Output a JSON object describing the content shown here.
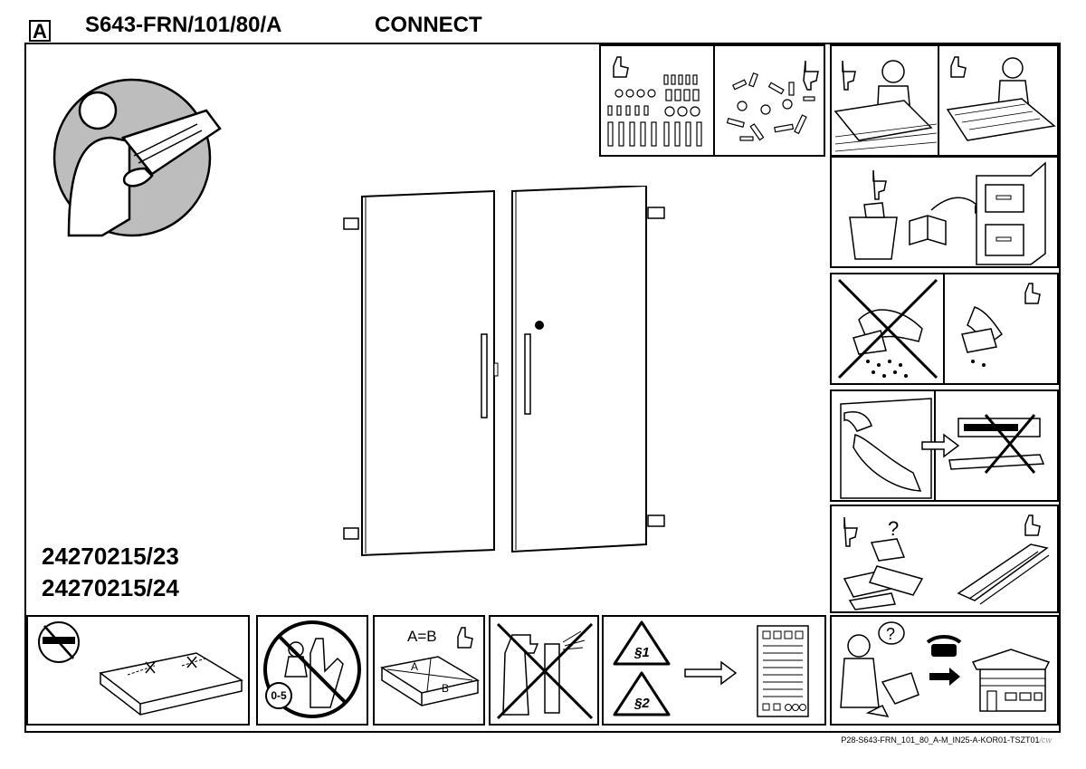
{
  "header": {
    "sheet_label": "A",
    "model_code": "S643-FRN/101/80/A",
    "series_name": "CONNECT"
  },
  "product_codes": [
    "24270215/23",
    "24270215/24"
  ],
  "pictograms": {
    "equal_length": "A=B",
    "diagonal_a": "A",
    "diagonal_b": "B",
    "age_range": "0-5",
    "regulation_1": "§1",
    "regulation_2": "§2"
  },
  "footer": {
    "document_code": "P28-S643-FRN_101_80_A-M_IN25-A-KOR01-TSZT01",
    "document_suffix": "/cw"
  },
  "icons": [
    "person-reading-icon",
    "thumbs-up-icon",
    "thumbs-down-icon",
    "question-mark-icon",
    "telephone-icon",
    "arrow-right-icon",
    "cross-out-icon"
  ]
}
